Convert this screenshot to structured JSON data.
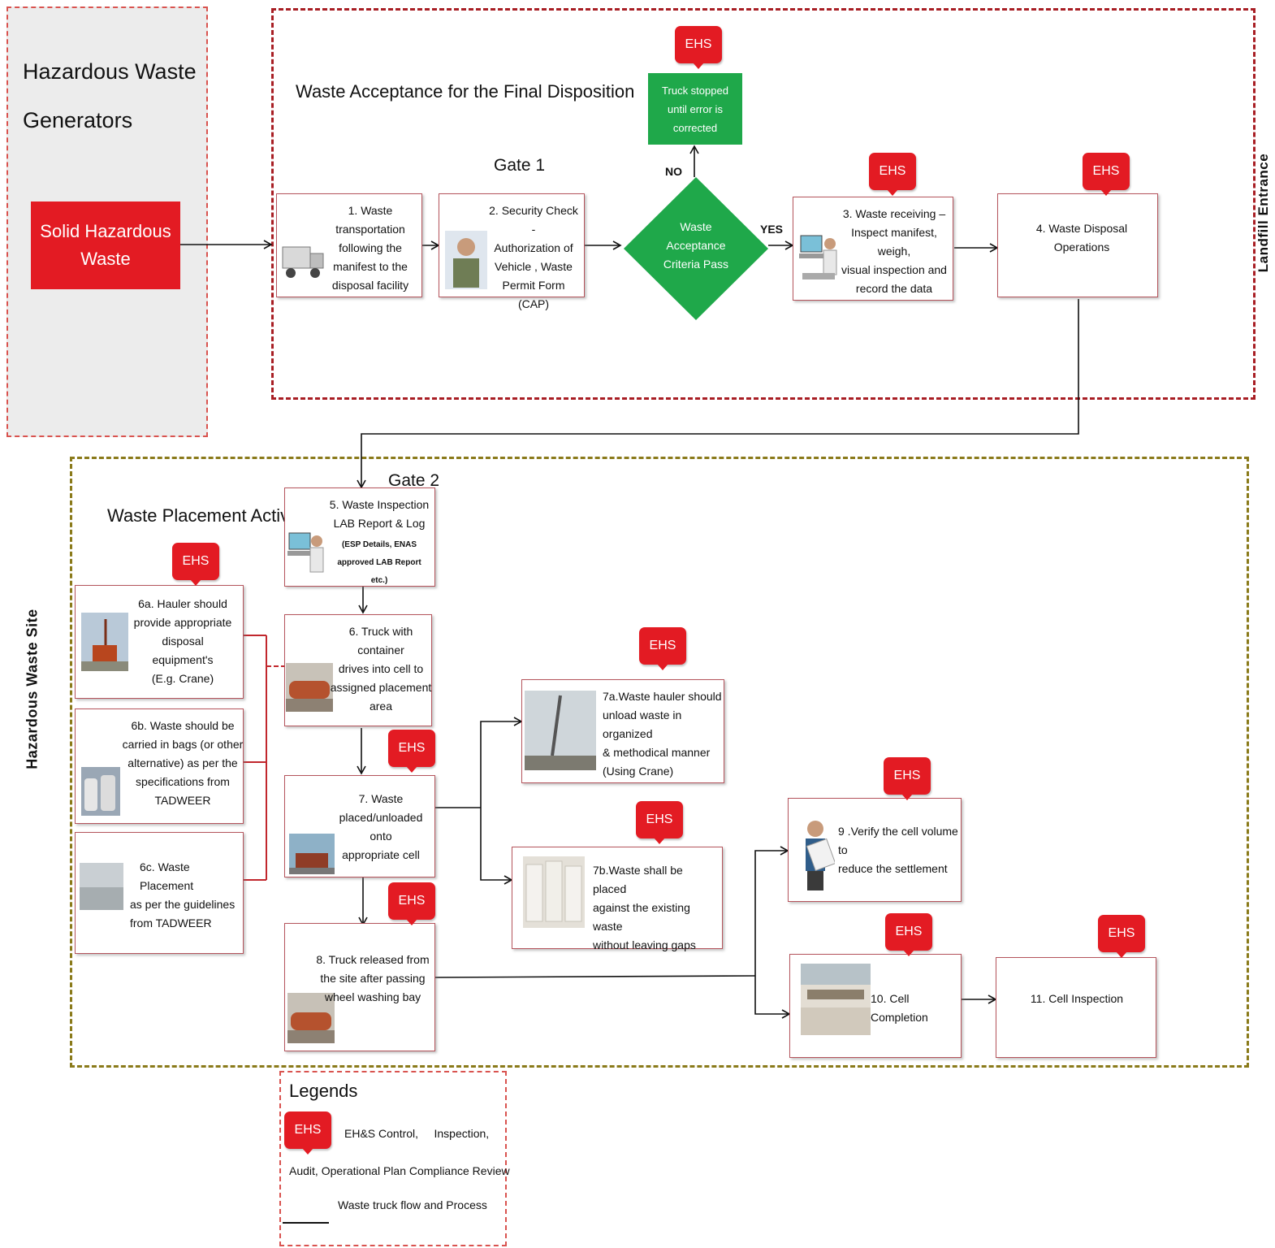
{
  "generators": {
    "title_line1": "Hazardous Waste",
    "title_line2": "Generators",
    "solid_waste": [
      "Solid Hazardous",
      "Waste"
    ]
  },
  "landfill_entrance": {
    "label": "Landfill Entrance",
    "section_title": "Waste Acceptance for the Final Disposition",
    "gate": "Gate 1"
  },
  "hazardous_site": {
    "label": "Hazardous Waste Site",
    "section_title": "Waste Placement Activities",
    "gate": "Gate 2"
  },
  "ehs_badge": "EHS",
  "decision": {
    "lines": [
      "Waste",
      "Acceptance",
      "Criteria Pass"
    ],
    "no": "NO",
    "yes": "YES"
  },
  "truck_stopped": [
    "Truck stopped",
    "until error is",
    "corrected"
  ],
  "steps": {
    "s1": [
      "1.    Waste transportation",
      "following the",
      "manifest to the",
      "disposal facility"
    ],
    "s2": [
      "2.    Security Check  -",
      "Authorization of",
      "Vehicle , Waste",
      "Permit Form  (CAP)"
    ],
    "s3": [
      "3.    Waste receiving –",
      "Inspect manifest,  weigh,",
      "visual inspection and",
      "record the data"
    ],
    "s4": [
      "4.    Waste Disposal",
      "Operations"
    ],
    "s5": [
      "5.    Waste Inspection",
      "LAB Report & Log"
    ],
    "s5_note": [
      "(ESP Details, ENAS",
      "approved LAB Report etc.)"
    ],
    "s6": [
      "6. Truck with container",
      "drives into cell to",
      "assigned placement",
      "area"
    ],
    "s6a": [
      "6a. Hauler should",
      "provide appropriate",
      "disposal equipment's",
      "(E.g. Crane)"
    ],
    "s6b": [
      "6b. Waste should be",
      "carried in bags (or other",
      "alternative) as per the",
      "specifications from",
      "TADWEER"
    ],
    "s6c": [
      "6c. Waste Placement",
      "as per    the guidelines",
      "from TADWEER"
    ],
    "s7": [
      "7.    Waste",
      "placed/unloaded onto",
      "appropriate  cell"
    ],
    "s7a": [
      "7a.Waste hauler should",
      "unload waste in organized",
      "& methodical manner",
      "(Using Crane)"
    ],
    "s7b": [
      "7b.Waste shall be placed",
      "against the existing waste",
      "without leaving gaps"
    ],
    "s8": [
      "8.    Truck released from",
      "the site after passing",
      "wheel washing bay"
    ],
    "s9": [
      "9 .Verify the cell volume to",
      "reduce the settlement"
    ],
    "s10": "10. Cell Completion",
    "s11": "11. Cell Inspection"
  },
  "legend": {
    "title": "Legends",
    "ehs_desc": "EH&S Control,     Inspection,",
    "ehs_desc2": "Audit, Operational Plan Compliance Review",
    "line_desc": "Waste truck flow and Process"
  },
  "colors": {
    "red": "#e31b23",
    "green": "#1fa84a",
    "dark_red_dash": "#a81e24",
    "olive_dash": "#8a7a1a",
    "pink_dash": "#d9534f"
  },
  "icons": [
    "truck-icon",
    "security-guard-icon",
    "computer-operator-icon",
    "crane-photo",
    "container-truck-photo",
    "bags-photo",
    "cell-photo",
    "worker-icon"
  ]
}
